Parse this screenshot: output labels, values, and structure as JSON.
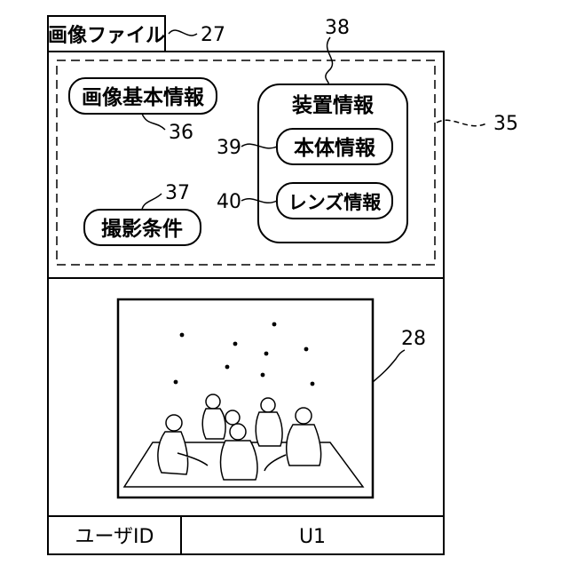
{
  "title_tab": {
    "label": "画像ファイル",
    "ref": "27"
  },
  "metadata": {
    "ref": "35",
    "basic_info": {
      "label": "画像基本情報",
      "ref": "36"
    },
    "shooting_conditions": {
      "label": "撮影条件",
      "ref": "37"
    },
    "device_info": {
      "label": "装置情報",
      "ref": "38",
      "body_info": {
        "label": "本体情報",
        "ref": "39"
      },
      "lens_info": {
        "label": "レンズ情報",
        "ref": "40"
      }
    }
  },
  "image": {
    "ref": "28"
  },
  "user_row": {
    "key": "ユーザID",
    "value": "U1"
  }
}
